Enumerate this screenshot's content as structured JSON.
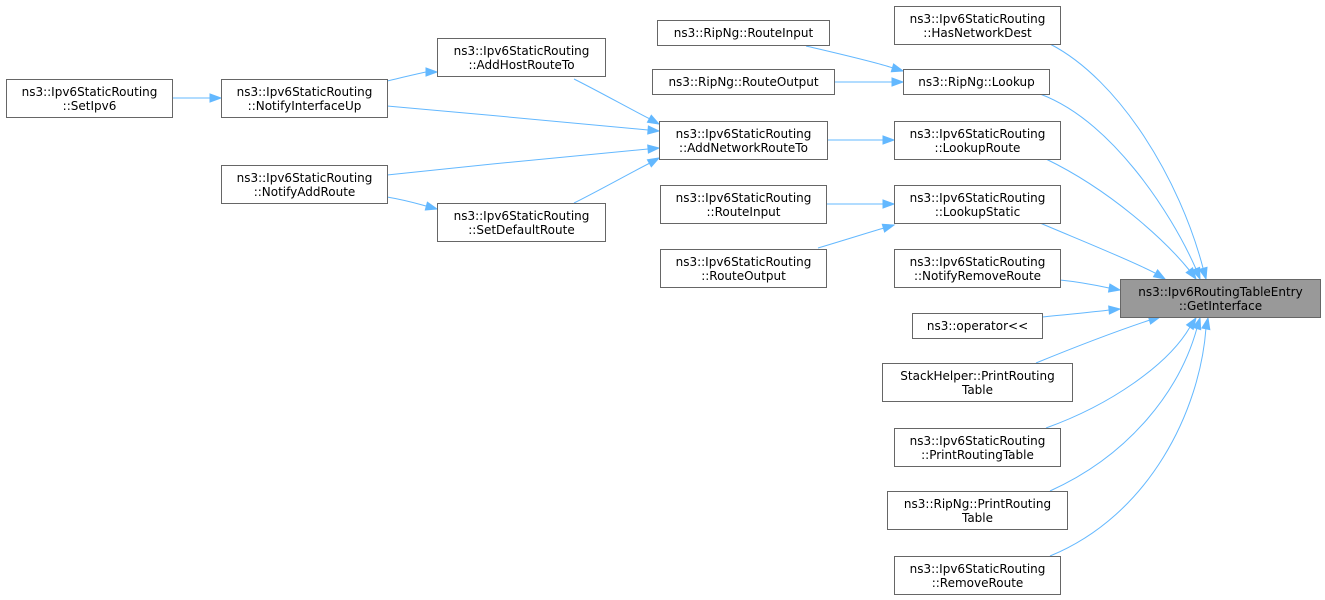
{
  "colors": {
    "edge": "#63b8ff",
    "node_border": "#666666",
    "node_fill": "#ffffff",
    "target_fill": "#999999"
  },
  "nodes": [
    {
      "id": "setipv6",
      "lines": [
        "ns3::Ipv6StaticRouting",
        "::SetIpv6"
      ]
    },
    {
      "id": "notifyinterfaceup",
      "lines": [
        "ns3::Ipv6StaticRouting",
        "::NotifyInterfaceUp"
      ]
    },
    {
      "id": "notifyaddroute",
      "lines": [
        "ns3::Ipv6StaticRouting",
        "::NotifyAddRoute"
      ]
    },
    {
      "id": "addhostrouteto",
      "lines": [
        "ns3::Ipv6StaticRouting",
        "::AddHostRouteTo"
      ]
    },
    {
      "id": "setdefaultroute",
      "lines": [
        "ns3::Ipv6StaticRouting",
        "::SetDefaultRoute"
      ]
    },
    {
      "id": "ripng-routeinput",
      "lines": [
        "ns3::RipNg::RouteInput"
      ]
    },
    {
      "id": "ripng-routeoutput",
      "lines": [
        "ns3::RipNg::RouteOutput"
      ]
    },
    {
      "id": "addnetworkrouteto",
      "lines": [
        "ns3::Ipv6StaticRouting",
        "::AddNetworkRouteTo"
      ]
    },
    {
      "id": "static-routeinput",
      "lines": [
        "ns3::Ipv6StaticRouting",
        "::RouteInput"
      ]
    },
    {
      "id": "static-routeoutput",
      "lines": [
        "ns3::Ipv6StaticRouting",
        "::RouteOutput"
      ]
    },
    {
      "id": "hasnetworkdest",
      "lines": [
        "ns3::Ipv6StaticRouting",
        "::HasNetworkDest"
      ]
    },
    {
      "id": "ripng-lookup",
      "lines": [
        "ns3::RipNg::Lookup"
      ]
    },
    {
      "id": "lookuproute",
      "lines": [
        "ns3::Ipv6StaticRouting",
        "::LookupRoute"
      ]
    },
    {
      "id": "lookupstatic",
      "lines": [
        "ns3::Ipv6StaticRouting",
        "::LookupStatic"
      ]
    },
    {
      "id": "notifyremoveroute",
      "lines": [
        "ns3::Ipv6StaticRouting",
        "::NotifyRemoveRoute"
      ]
    },
    {
      "id": "operator",
      "lines": [
        "ns3::operator<<"
      ]
    },
    {
      "id": "stackhelper-print",
      "lines": [
        "StackHelper::PrintRouting",
        "Table"
      ]
    },
    {
      "id": "static-printroutingtable",
      "lines": [
        "ns3::Ipv6StaticRouting",
        "::PrintRoutingTable"
      ]
    },
    {
      "id": "ripng-printroutingtable",
      "lines": [
        "ns3::RipNg::PrintRouting",
        "Table"
      ]
    },
    {
      "id": "removeroute",
      "lines": [
        "ns3::Ipv6StaticRouting",
        "::RemoveRoute"
      ]
    },
    {
      "id": "getinterface",
      "lines": [
        "ns3::Ipv6RoutingTableEntry",
        "::GetInterface"
      ],
      "target": true
    }
  ],
  "edges": [
    [
      "notifyinterfaceup",
      "setipv6"
    ],
    [
      "addhostrouteto",
      "notifyinterfaceup"
    ],
    [
      "addnetworkrouteto",
      "notifyinterfaceup"
    ],
    [
      "addnetworkrouteto",
      "notifyaddroute"
    ],
    [
      "setdefaultroute",
      "notifyaddroute"
    ],
    [
      "addnetworkrouteto",
      "addhostrouteto"
    ],
    [
      "addnetworkrouteto",
      "setdefaultroute"
    ],
    [
      "ripng-lookup",
      "ripng-routeinput"
    ],
    [
      "ripng-lookup",
      "ripng-routeoutput"
    ],
    [
      "lookuproute",
      "addnetworkrouteto"
    ],
    [
      "lookupstatic",
      "static-routeinput"
    ],
    [
      "lookupstatic",
      "static-routeoutput"
    ],
    [
      "getinterface",
      "hasnetworkdest"
    ],
    [
      "getinterface",
      "ripng-lookup"
    ],
    [
      "getinterface",
      "lookuproute"
    ],
    [
      "getinterface",
      "lookupstatic"
    ],
    [
      "getinterface",
      "notifyremoveroute"
    ],
    [
      "getinterface",
      "operator"
    ],
    [
      "getinterface",
      "stackhelper-print"
    ],
    [
      "getinterface",
      "static-printroutingtable"
    ],
    [
      "getinterface",
      "ripng-printroutingtable"
    ],
    [
      "getinterface",
      "removeroute"
    ]
  ]
}
